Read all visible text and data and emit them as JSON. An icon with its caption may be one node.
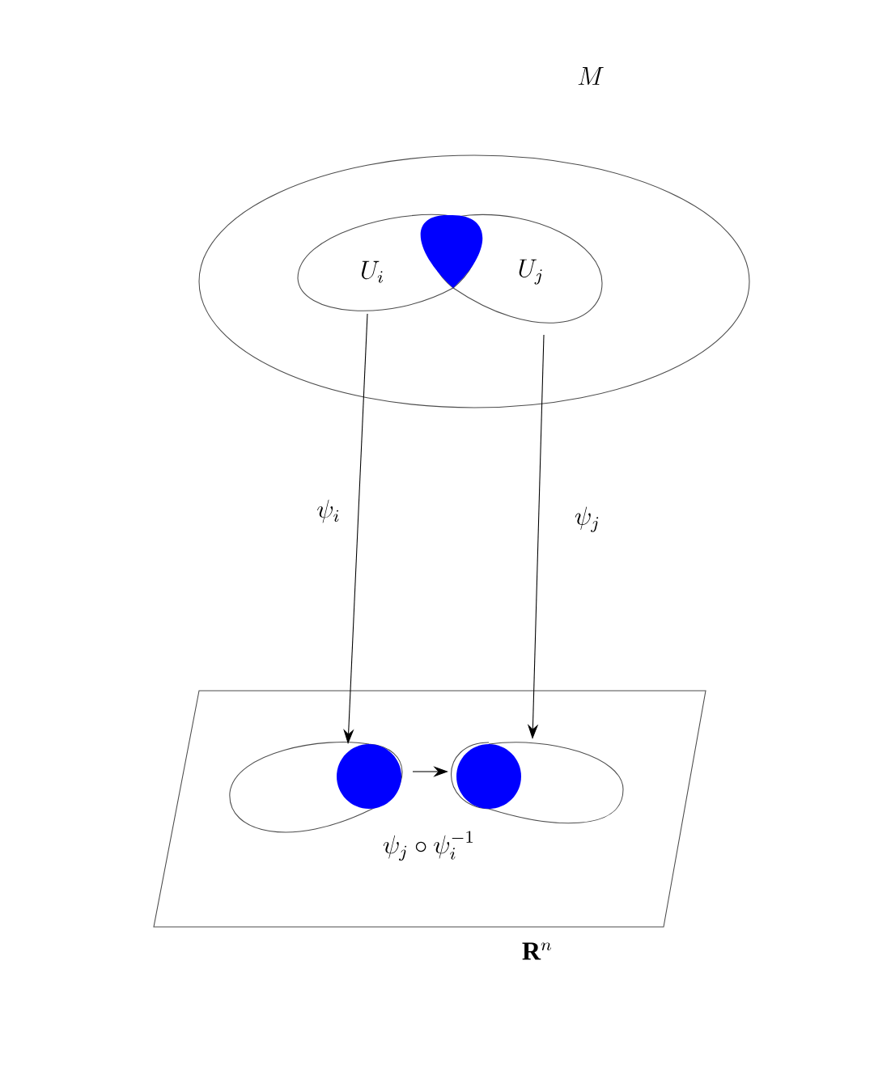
{
  "diagram": {
    "nodes": [
      {
        "text": [
          "M"
        ]
      },
      {
        "text": [
          "U_i"
        ],
        "in": 0
      },
      {
        "text": [
          "U_j"
        ],
        "in": 0
      },
      {
        "text": [],
        "shape": "blob",
        "in": 0
      },
      {
        "text": [
          "\\mathbf{R}^n"
        ]
      },
      {
        "text": [],
        "shape": "ellipse",
        "in": 4
      },
      {
        "text": [],
        "shape": "circle",
        "in": 5
      },
      {
        "text": [],
        "shape": "circle",
        "in": 8
      },
      {
        "text": [],
        "shape": "ellipse",
        "in": 4
      }
    ],
    "edges": [
      {
        "from": 1,
        "to": 5,
        "arrow": "to",
        "label": "\\psi_i"
      },
      {
        "from": 2,
        "to": 8,
        "arrow": "to",
        "label": "\\psi_j"
      },
      {
        "from": 6,
        "to": 7,
        "arrow": "to",
        "label": "\\psi_j \\circ \\psi_i^{-1}"
      }
    ]
  }
}
